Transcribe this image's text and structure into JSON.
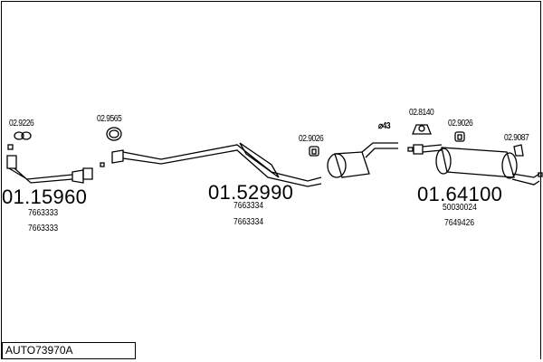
{
  "diagram_code": "AUTO73970A",
  "parts": [
    {
      "number": "01.15960",
      "oe": [
        "7663333",
        "7663333"
      ]
    },
    {
      "number": "01.52990",
      "oe": [
        "7663334",
        "7663334"
      ]
    },
    {
      "number": "01.64100",
      "oe": [
        "50030024",
        "7649426"
      ]
    }
  ],
  "accessories": [
    "02.9226",
    "02.9565",
    "02.9026",
    "⌀43",
    "02.8140",
    "02.9026",
    "02.9087"
  ]
}
